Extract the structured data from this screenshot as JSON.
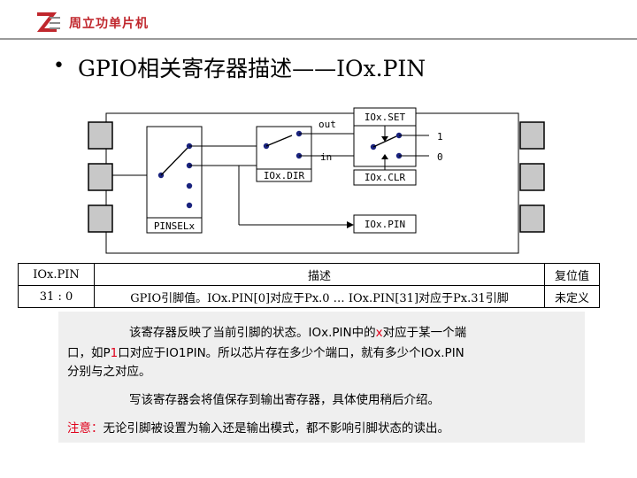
{
  "header": {
    "company_name": "周立功单片机",
    "logo_colors": {
      "red": "#c0272d",
      "gray": "#8a8a8a"
    }
  },
  "slide": {
    "bullet": "•",
    "title": "GPIO相关寄存器描述——IOx.PIN"
  },
  "diagram": {
    "labels": {
      "out": "out",
      "in": "in",
      "one": "1",
      "zero": "0",
      "iox_set": "IOx.SET",
      "iox_clr": "IOx.CLR",
      "iox_dir": "IOx.DIR",
      "iox_pin": "IOx.PIN",
      "pinsel": "PINSELx"
    },
    "colors": {
      "node": "#1a237e",
      "pin_fill": "#c8c8c8"
    }
  },
  "table": {
    "headers": [
      "IOx.PIN",
      "描述",
      "复位值"
    ],
    "rows": [
      [
        "31 : 0",
        "GPIO引脚值。IOx.PIN[0]对应于Px.0 … IOx.PIN[31]对应于Px.31引脚",
        "未定义"
      ]
    ]
  },
  "description": {
    "p1_line1_a": "该寄存器反映了当前引脚的状态。IOx.PIN中的",
    "p1_line1_x": "x",
    "p1_line1_b": "对应于某一个端",
    "p1_line2_a": "口，如P",
    "p1_line2_red": "1",
    "p1_line2_b": "口对应于IO1PIN。所以芯片存在多少个端口，就有多少个IOx.PIN",
    "p1_line3": "分别与之对应。",
    "p2": "写该寄存器会将值保存到输出寄存器，具体使用稍后介绍。",
    "note_label": "注意：",
    "note_text": "无论引脚被设置为输入还是输出模式，都不影响引脚状态的读出。"
  }
}
